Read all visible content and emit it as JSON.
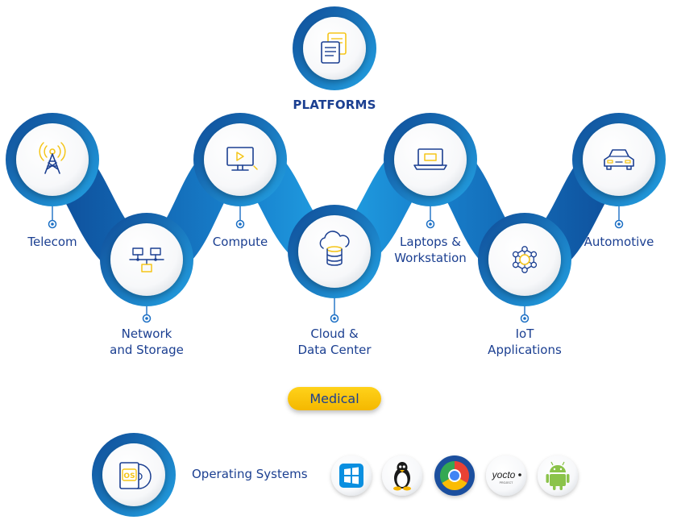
{
  "title": "PLATFORMS",
  "nodes": [
    {
      "id": "telecom",
      "lines": [
        "Telecom"
      ],
      "icon": "cell-tower-icon"
    },
    {
      "id": "network-storage",
      "lines": [
        "Network",
        "and Storage"
      ],
      "icon": "network-icon"
    },
    {
      "id": "compute",
      "lines": [
        "Compute"
      ],
      "icon": "desktop-monitor-icon"
    },
    {
      "id": "cloud-data-center",
      "lines": [
        "Cloud &",
        "Data Center"
      ],
      "icon": "cloud-database-icon"
    },
    {
      "id": "laptops-workstation",
      "lines": [
        "Laptops &",
        "Workstation"
      ],
      "icon": "laptop-icon"
    },
    {
      "id": "iot-applications",
      "lines": [
        "IoT",
        "Applications"
      ],
      "icon": "iot-hub-icon"
    },
    {
      "id": "automotive",
      "lines": [
        "Automotive"
      ],
      "icon": "car-icon"
    }
  ],
  "medical_label": "Medical",
  "os_section": {
    "label": "Operating Systems",
    "badge_text": "OS",
    "logos": [
      {
        "name": "windows-logo-icon"
      },
      {
        "name": "linux-tux-icon"
      },
      {
        "name": "chrome-logo-icon"
      },
      {
        "name": "yocto-logo-icon",
        "text": "yocto",
        "subtext": "PROJECT"
      },
      {
        "name": "android-logo-icon"
      }
    ]
  },
  "colors": {
    "navy": "#1b3f91",
    "blue_dark": "#0d4f9a",
    "blue_light": "#1e9be0",
    "accent_yellow": "#f5c518"
  }
}
